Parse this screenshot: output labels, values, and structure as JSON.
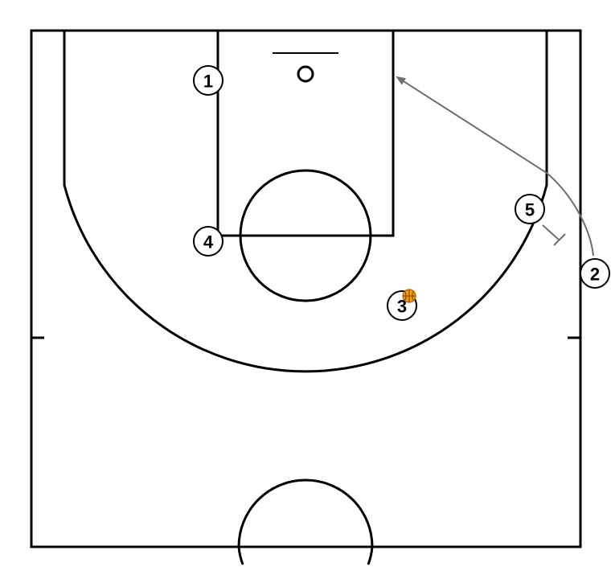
{
  "diagram": {
    "players": [
      {
        "label": "1"
      },
      {
        "label": "2"
      },
      {
        "label": "3"
      },
      {
        "label": "4"
      },
      {
        "label": "5"
      }
    ],
    "ball": {
      "holder": "3",
      "color": "#f39c12"
    },
    "actions": [
      {
        "type": "cut",
        "player": "2",
        "color": "#6e6e6e"
      },
      {
        "type": "screen",
        "player": "5",
        "color": "#6e6e6e"
      }
    ],
    "colors": {
      "lines": "#000000",
      "background": "#ffffff"
    }
  }
}
